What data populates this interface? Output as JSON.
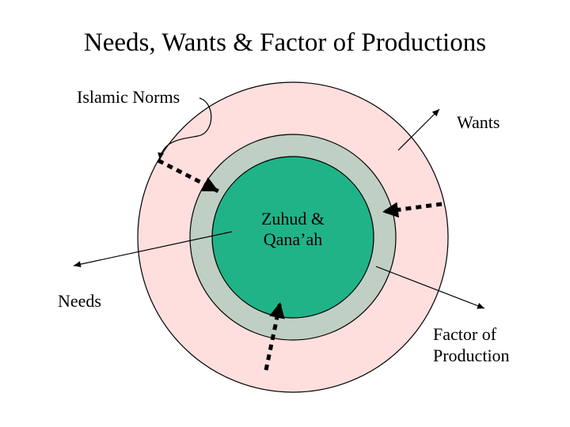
{
  "title": "Needs, Wants & Factor of Productions",
  "labels": {
    "islamic_norms": "Islamic Norms",
    "wants": "Wants",
    "core_line1": "Zuhud &",
    "core_line2": "Qana’ah",
    "needs": "Needs",
    "factor_line1": "Factor of",
    "factor_line2": "Production"
  },
  "colors": {
    "outer_ring": "#ffdede",
    "middle_ring": "#bfcfc3",
    "core": "#20b387",
    "stroke": "#000000"
  }
}
